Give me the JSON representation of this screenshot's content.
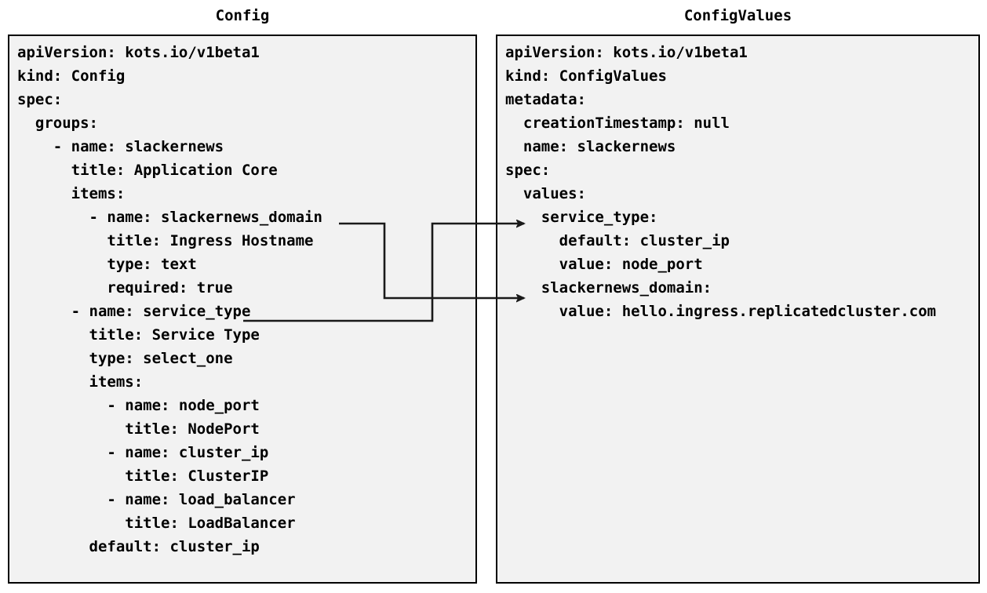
{
  "diagram": {
    "type": "two-panel-yaml-mapping",
    "background_color": "#ffffff",
    "panel_fill_color": "#f2f2f2",
    "panel_border_color": "#000000",
    "text_color": "#000000",
    "connector_color": "#1a1a1a"
  },
  "left_panel": {
    "title": "Config",
    "yaml_lines": [
      "apiVersion: kots.io/v1beta1",
      "kind: Config",
      "spec:",
      "  groups:",
      "    - name: slackernews",
      "      title: Application Core",
      "      items:",
      "        - name: slackernews_domain",
      "          title: Ingress Hostname",
      "          type: text",
      "          required: true",
      "      - name: service_type",
      "        title: Service Type",
      "        type: select_one",
      "        items:",
      "          - name: node_port",
      "            title: NodePort",
      "          - name: cluster_ip",
      "            title: ClusterIP",
      "          - name: load_balancer",
      "            title: LoadBalancer",
      "        default: cluster_ip"
    ],
    "yaml_text": "apiVersion: kots.io/v1beta1\nkind: Config\nspec:\n  groups:\n    - name: slackernews\n      title: Application Core\n      items:\n        - name: slackernews_domain\n          title: Ingress Hostname\n          type: text\n          required: true\n      - name: service_type\n        title: Service Type\n        type: select_one\n        items:\n          - name: node_port\n            title: NodePort\n          - name: cluster_ip\n            title: ClusterIP\n          - name: load_balancer\n            title: LoadBalancer\n        default: cluster_ip"
  },
  "right_panel": {
    "title": "ConfigValues",
    "yaml_lines": [
      "apiVersion: kots.io/v1beta1",
      "kind: ConfigValues",
      "metadata:",
      "  creationTimestamp: null",
      "  name: slackernews",
      "spec:",
      "  values:",
      "    service_type:",
      "      default: cluster_ip",
      "      value: node_port",
      "    slackernews_domain:",
      "      value: hello.ingress.replicatedcluster.com"
    ],
    "yaml_text": "apiVersion: kots.io/v1beta1\nkind: ConfigValues\nmetadata:\n  creationTimestamp: null\n  name: slackernews\nspec:\n  values:\n    service_type:\n      default: cluster_ip\n      value: node_port\n    slackernews_domain:\n      value: hello.ingress.replicatedcluster.com"
  },
  "connectors": [
    {
      "id": "slackernews-domain-mapping",
      "from_label": "slackernews_domain",
      "to_label": "slackernews_domain:",
      "from_side": "left-panel-item",
      "to_side": "right-panel-key",
      "arrowhead": "open-triangle"
    },
    {
      "id": "service-type-mapping",
      "from_label": "service_type",
      "to_label": "service_type:",
      "from_side": "left-panel-item",
      "to_side": "right-panel-key",
      "arrowhead": "open-triangle"
    }
  ]
}
